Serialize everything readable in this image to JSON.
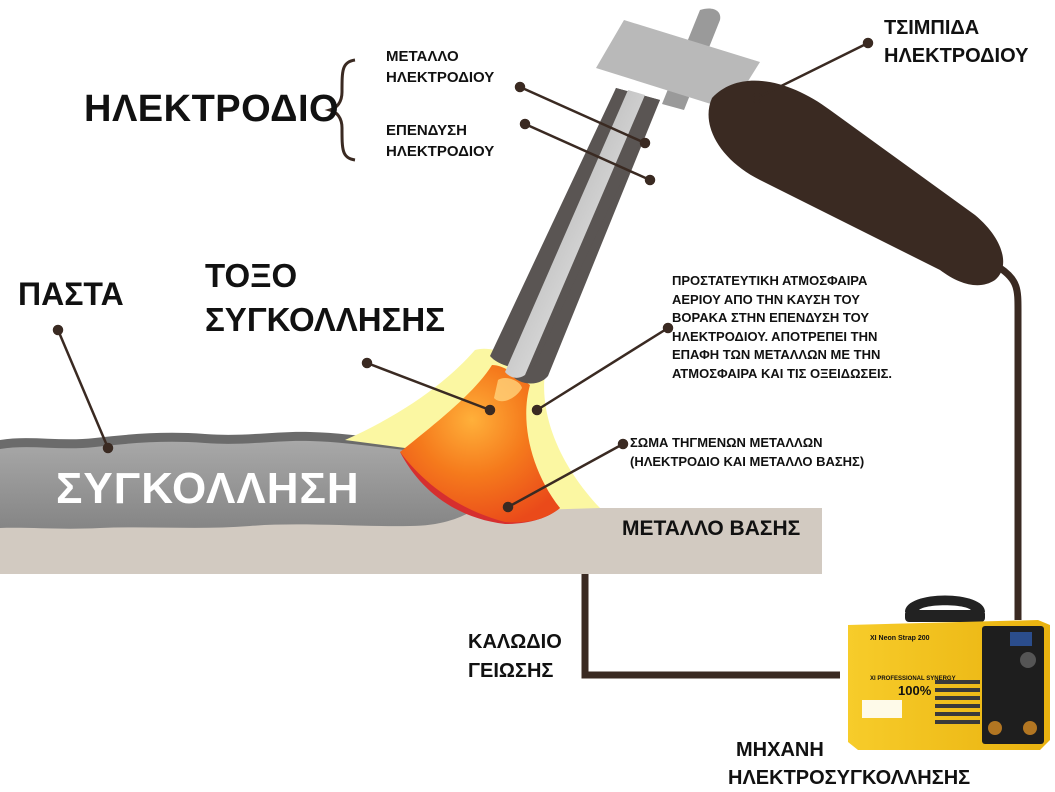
{
  "labels": {
    "electrode": "ΗΛΕΚΤΡΟΔΙΟ",
    "electrode_metal": [
      "ΜΕΤΑΛΛΟ",
      "ΗΛΕΚΤΡΟΔΙΟΥ"
    ],
    "electrode_coating": [
      "ΕΠΕΝΔΥΣΗ",
      "ΗΛΕΚΤΡΟΔΙΟΥ"
    ],
    "electrode_holder": [
      "ΤΣΙΜΠΙΔΑ",
      "ΗΛΕΚΤΡΟΔΙΟΥ"
    ],
    "slag": "ΠΑΣΤΑ",
    "welding_arc": [
      "ΤΟΞΟ",
      "ΣΥΓΚΟΛΛΗΣΗΣ"
    ],
    "weld": "ΣΥΓΚΟΛΛΗΣΗ",
    "shielding_gas": [
      "ΠΡΟΣΤΑΤΕΥΤΙΚΗ ΑΤΜΟΣΦΑΙΡΑ",
      "ΑΕΡΙΟΥ ΑΠΟ ΤΗΝ ΚΑΥΣΗ ΤΟΥ",
      "ΒΟΡΑΚΑ ΣΤΗΝ ΕΠΕΝΔΥΣΗ ΤΟΥ",
      "ΗΛΕΚΤΡΟΔΙΟΥ. ΑΠΟΤΡΕΠΕΙ ΤΗΝ",
      "ΕΠΑΦΗ ΤΩΝ ΜΕΤΑΛΛΩΝ ΜΕ ΤΗΝ",
      "ΑΤΜΟΣΦΑΙΡΑ ΚΑΙ ΤΙΣ ΟΞΕΙΔΩΣΕΙΣ."
    ],
    "molten_pool": [
      "ΣΩΜΑ ΤΗΓΜΕΝΩΝ ΜΕΤΑΛΛΩΝ",
      "(ΗΛΕΚΤΡΟΔΙΟ ΚΑΙ ΜΕΤΑΛΛΟ ΒΑΣΗΣ)"
    ],
    "base_metal": "ΜΕΤΑΛΛΟ ΒΑΣΗΣ",
    "ground_cable": [
      "ΚΑΛΩΔΙΟ",
      "ΓΕΙΩΣΗΣ"
    ],
    "welding_machine": [
      "ΜΗΧΑΝΗ",
      "ΗΛΕΚΤΡΟΣΥΓΚΟΛΛΗΣΗΣ"
    ]
  },
  "machine_panel": {
    "model": "XI Neon Strap 200",
    "line": "XI PROFESSIONAL SYNERGY",
    "percent": "100%"
  },
  "colors": {
    "plate": "#d2cac1",
    "weld_bead": "#9e9e9e",
    "slag": "#6b6b6b",
    "molten_pool": "#d62f2f",
    "arc": "#f26a1b",
    "shield_gas": "#fbf7a2",
    "electrode_coating": "#5a5553",
    "electrode_core": "#c8c8c8",
    "holder": "#3a2a22",
    "machine": "#f4c21a",
    "leader": "#3a2a22"
  }
}
